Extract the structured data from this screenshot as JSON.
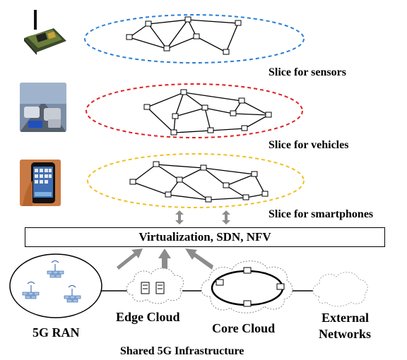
{
  "slices": [
    {
      "label": "Slice for sensors",
      "color": "#2a7fd4"
    },
    {
      "label": "Slice for vehicles",
      "color": "#e02020"
    },
    {
      "label": "Slice for smartphones",
      "color": "#f0c020"
    }
  ],
  "virtualization_label": "Virtualization, SDN, NFV",
  "infrastructure": {
    "ran_label": "5G RAN",
    "edge_label": "Edge Cloud",
    "core_label": "Core Cloud",
    "external_label_line1": "External",
    "external_label_line2": "Networks",
    "footer": "Shared 5G Infrastructure"
  },
  "icons": [
    "sensor-board-photo-icon",
    "vehicles-photo-icon",
    "smartphone-photo-icon",
    "base-station-icon",
    "server-icon",
    "cloud-icon",
    "arrow-icon"
  ]
}
